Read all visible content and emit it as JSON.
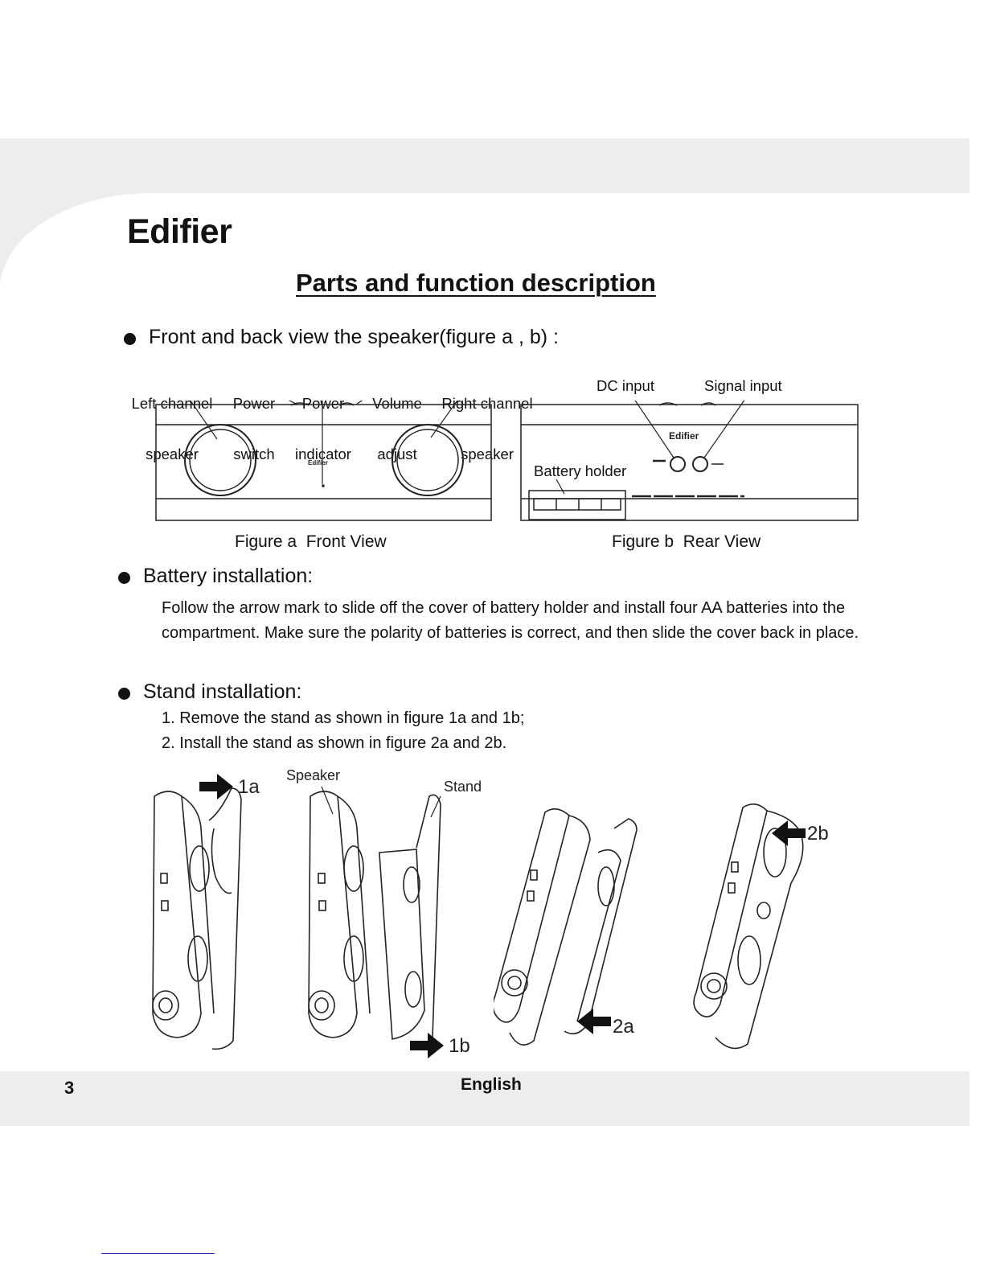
{
  "brand": {
    "name": "Edifier"
  },
  "page": {
    "title": "Parts and function description"
  },
  "views": {
    "bullet": "Front and back view the speaker(figure a , b) :",
    "front_labels": [
      {
        "line1": "Left channel",
        "line2": "speaker"
      },
      {
        "line1": "Power",
        "line2": "switch"
      },
      {
        "line1": "Power",
        "line2": "indicator"
      },
      {
        "line1": "Volume",
        "line2": "adjust"
      },
      {
        "line1": "Right channel",
        "line2": "speaker"
      }
    ],
    "rear_labels": {
      "dc_input": "DC input",
      "signal_input": "Signal input",
      "battery_holder": "Battery holder"
    },
    "caption_a": "Figure a  Front View",
    "caption_b": "Figure b  Rear View"
  },
  "battery": {
    "heading": "Battery installation:",
    "text": "Follow the arrow mark to slide off the cover of battery holder and install four AA batteries into the compartment. Make sure the polarity of batteries is correct, and then slide the cover back in place."
  },
  "stand": {
    "heading": "Stand installation:",
    "steps": [
      "1. Remove the stand as shown in figure 1a and 1b;",
      "2. Install the stand as shown in figure 2a and 2b."
    ],
    "figure_labels": {
      "speaker": "Speaker",
      "stand": "Stand",
      "step_1a": "1a",
      "step_1b": "1b",
      "step_2a": "2a",
      "step_2b": "2b"
    }
  },
  "footer": {
    "page_number": "3",
    "language": "English"
  }
}
